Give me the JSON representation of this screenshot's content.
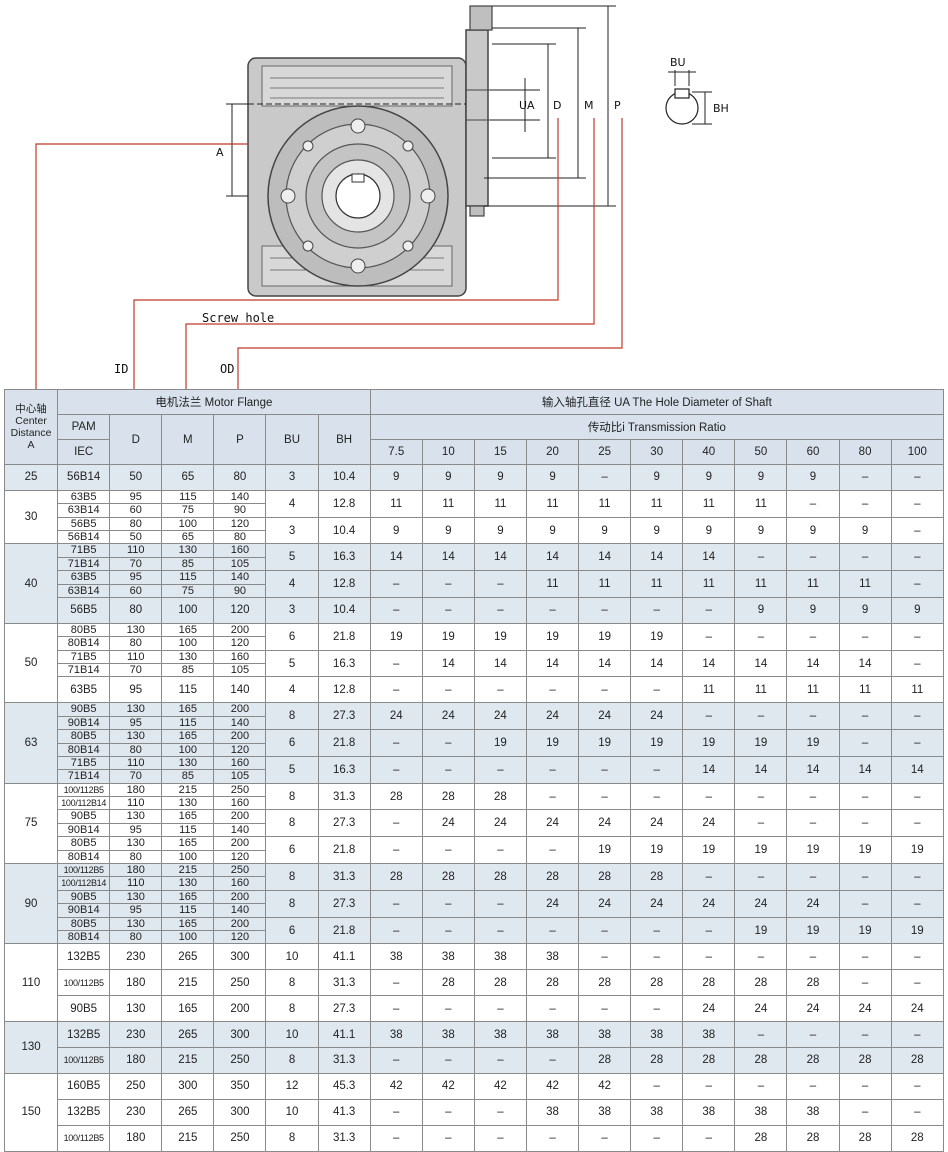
{
  "drawing": {
    "labels": {
      "A": "A",
      "UA": "UA",
      "D": "D",
      "M": "M",
      "P": "P",
      "BU": "BU",
      "BH": "BH",
      "screw_hole": "Screw hole",
      "ID": "ID",
      "OD": "OD"
    },
    "colors": {
      "leader": "#c0392b",
      "outline": "#333333",
      "housing": "#c9c9c9"
    }
  },
  "table": {
    "header": {
      "center_distance": [
        "中心轴",
        "Center",
        "Distance",
        "A"
      ],
      "motor_flange": "电机法兰 Motor Flange",
      "hole_diameter": "输入轴孔直径 UA The Hole Diameter of Shaft",
      "pam": "PAM",
      "iec": "IEC",
      "d": "D",
      "m": "M",
      "p": "P",
      "bu": "BU",
      "bh": "BH",
      "transmission_ratio": "传动比i Transmission Ratio",
      "ratios": [
        "7.5",
        "10",
        "15",
        "20",
        "25",
        "30",
        "40",
        "50",
        "60",
        "80",
        "100"
      ]
    },
    "groups": [
      {
        "a": "25",
        "rows": [
          {
            "iec": [
              "56B14"
            ],
            "d": [
              "50"
            ],
            "m": [
              "65"
            ],
            "p": [
              "80"
            ],
            "bu": "3",
            "bh": "10.4",
            "ua": [
              "9",
              "9",
              "9",
              "9",
              "–",
              "9",
              "9",
              "9",
              "9",
              "–",
              "–"
            ]
          }
        ]
      },
      {
        "a": "30",
        "rows": [
          {
            "iec": [
              "63B5",
              "63B14"
            ],
            "d": [
              "95",
              "60"
            ],
            "m": [
              "115",
              "75"
            ],
            "p": [
              "140",
              "90"
            ],
            "bu": "4",
            "bh": "12.8",
            "ua": [
              "11",
              "11",
              "11",
              "11",
              "11",
              "11",
              "11",
              "11",
              "–",
              "–",
              "–"
            ]
          },
          {
            "iec": [
              "56B5",
              "56B14"
            ],
            "d": [
              "80",
              "50"
            ],
            "m": [
              "100",
              "65"
            ],
            "p": [
              "120",
              "80"
            ],
            "bu": "3",
            "bh": "10.4",
            "ua": [
              "9",
              "9",
              "9",
              "9",
              "9",
              "9",
              "9",
              "9",
              "9",
              "9",
              "–"
            ]
          }
        ]
      },
      {
        "a": "40",
        "rows": [
          {
            "iec": [
              "71B5",
              "71B14"
            ],
            "d": [
              "110",
              "70"
            ],
            "m": [
              "130",
              "85"
            ],
            "p": [
              "160",
              "105"
            ],
            "bu": "5",
            "bh": "16.3",
            "ua": [
              "14",
              "14",
              "14",
              "14",
              "14",
              "14",
              "14",
              "–",
              "–",
              "–",
              "–"
            ]
          },
          {
            "iec": [
              "63B5",
              "63B14"
            ],
            "d": [
              "95",
              "60"
            ],
            "m": [
              "115",
              "75"
            ],
            "p": [
              "140",
              "90"
            ],
            "bu": "4",
            "bh": "12.8",
            "ua": [
              "–",
              "–",
              "–",
              "11",
              "11",
              "11",
              "11",
              "11",
              "11",
              "11",
              "–"
            ]
          },
          {
            "iec": [
              "56B5"
            ],
            "d": [
              "80"
            ],
            "m": [
              "100"
            ],
            "p": [
              "120"
            ],
            "bu": "3",
            "bh": "10.4",
            "ua": [
              "–",
              "–",
              "–",
              "–",
              "–",
              "–",
              "–",
              "9",
              "9",
              "9",
              "9"
            ]
          }
        ]
      },
      {
        "a": "50",
        "rows": [
          {
            "iec": [
              "80B5",
              "80B14"
            ],
            "d": [
              "130",
              "80"
            ],
            "m": [
              "165",
              "100"
            ],
            "p": [
              "200",
              "120"
            ],
            "bu": "6",
            "bh": "21.8",
            "ua": [
              "19",
              "19",
              "19",
              "19",
              "19",
              "19",
              "–",
              "–",
              "–",
              "–",
              "–"
            ]
          },
          {
            "iec": [
              "71B5",
              "71B14"
            ],
            "d": [
              "110",
              "70"
            ],
            "m": [
              "130",
              "85"
            ],
            "p": [
              "160",
              "105"
            ],
            "bu": "5",
            "bh": "16.3",
            "ua": [
              "–",
              "14",
              "14",
              "14",
              "14",
              "14",
              "14",
              "14",
              "14",
              "14",
              "–"
            ]
          },
          {
            "iec": [
              "63B5"
            ],
            "d": [
              "95"
            ],
            "m": [
              "115"
            ],
            "p": [
              "140"
            ],
            "bu": "4",
            "bh": "12.8",
            "ua": [
              "–",
              "–",
              "–",
              "–",
              "–",
              "–",
              "11",
              "11",
              "11",
              "11",
              "11"
            ]
          }
        ]
      },
      {
        "a": "63",
        "rows": [
          {
            "iec": [
              "90B5",
              "90B14"
            ],
            "d": [
              "130",
              "95"
            ],
            "m": [
              "165",
              "115"
            ],
            "p": [
              "200",
              "140"
            ],
            "bu": "8",
            "bh": "27.3",
            "ua": [
              "24",
              "24",
              "24",
              "24",
              "24",
              "24",
              "–",
              "–",
              "–",
              "–",
              "–"
            ]
          },
          {
            "iec": [
              "80B5",
              "80B14"
            ],
            "d": [
              "130",
              "80"
            ],
            "m": [
              "165",
              "100"
            ],
            "p": [
              "200",
              "120"
            ],
            "bu": "6",
            "bh": "21.8",
            "ua": [
              "–",
              "–",
              "19",
              "19",
              "19",
              "19",
              "19",
              "19",
              "19",
              "–",
              "–"
            ]
          },
          {
            "iec": [
              "71B5",
              "71B14"
            ],
            "d": [
              "110",
              "70"
            ],
            "m": [
              "130",
              "85"
            ],
            "p": [
              "160",
              "105"
            ],
            "bu": "5",
            "bh": "16.3",
            "ua": [
              "–",
              "–",
              "–",
              "–",
              "–",
              "–",
              "14",
              "14",
              "14",
              "14",
              "14"
            ]
          }
        ]
      },
      {
        "a": "75",
        "rows": [
          {
            "iec": [
              "100/112B5",
              "100/112B14"
            ],
            "d": [
              "180",
              "110"
            ],
            "m": [
              "215",
              "130"
            ],
            "p": [
              "250",
              "160"
            ],
            "bu": "8",
            "bh": "31.3",
            "ua": [
              "28",
              "28",
              "28",
              "–",
              "–",
              "–",
              "–",
              "–",
              "–",
              "–",
              "–"
            ]
          },
          {
            "iec": [
              "90B5",
              "90B14"
            ],
            "d": [
              "130",
              "95"
            ],
            "m": [
              "165",
              "115"
            ],
            "p": [
              "200",
              "140"
            ],
            "bu": "8",
            "bh": "27.3",
            "ua": [
              "–",
              "24",
              "24",
              "24",
              "24",
              "24",
              "24",
              "–",
              "–",
              "–",
              "–"
            ]
          },
          {
            "iec": [
              "80B5",
              "80B14"
            ],
            "d": [
              "130",
              "80"
            ],
            "m": [
              "165",
              "100"
            ],
            "p": [
              "200",
              "120"
            ],
            "bu": "6",
            "bh": "21.8",
            "ua": [
              "–",
              "–",
              "–",
              "–",
              "19",
              "19",
              "19",
              "19",
              "19",
              "19",
              "19"
            ]
          }
        ]
      },
      {
        "a": "90",
        "rows": [
          {
            "iec": [
              "100/112B5",
              "100/112B14"
            ],
            "d": [
              "180",
              "110"
            ],
            "m": [
              "215",
              "130"
            ],
            "p": [
              "250",
              "160"
            ],
            "bu": "8",
            "bh": "31.3",
            "ua": [
              "28",
              "28",
              "28",
              "28",
              "28",
              "28",
              "–",
              "–",
              "–",
              "–",
              "–"
            ]
          },
          {
            "iec": [
              "90B5",
              "90B14"
            ],
            "d": [
              "130",
              "95"
            ],
            "m": [
              "165",
              "115"
            ],
            "p": [
              "200",
              "140"
            ],
            "bu": "8",
            "bh": "27.3",
            "ua": [
              "–",
              "–",
              "–",
              "24",
              "24",
              "24",
              "24",
              "24",
              "24",
              "–",
              "–"
            ]
          },
          {
            "iec": [
              "80B5",
              "80B14"
            ],
            "d": [
              "130",
              "80"
            ],
            "m": [
              "165",
              "100"
            ],
            "p": [
              "200",
              "120"
            ],
            "bu": "6",
            "bh": "21.8",
            "ua": [
              "–",
              "–",
              "–",
              "–",
              "–",
              "–",
              "–",
              "19",
              "19",
              "19",
              "19"
            ]
          }
        ]
      },
      {
        "a": "110",
        "rows": [
          {
            "iec": [
              "132B5"
            ],
            "d": [
              "230"
            ],
            "m": [
              "265"
            ],
            "p": [
              "300"
            ],
            "bu": "10",
            "bh": "41.1",
            "ua": [
              "38",
              "38",
              "38",
              "38",
              "–",
              "–",
              "–",
              "–",
              "–",
              "–",
              "–"
            ]
          },
          {
            "iec": [
              "100/112B5"
            ],
            "d": [
              "180"
            ],
            "m": [
              "215"
            ],
            "p": [
              "250"
            ],
            "bu": "8",
            "bh": "31.3",
            "ua": [
              "–",
              "28",
              "28",
              "28",
              "28",
              "28",
              "28",
              "28",
              "28",
              "–",
              "–"
            ]
          },
          {
            "iec": [
              "90B5"
            ],
            "d": [
              "130"
            ],
            "m": [
              "165"
            ],
            "p": [
              "200"
            ],
            "bu": "8",
            "bh": "27.3",
            "ua": [
              "–",
              "–",
              "–",
              "–",
              "–",
              "–",
              "24",
              "24",
              "24",
              "24",
              "24"
            ]
          }
        ]
      },
      {
        "a": "130",
        "rows": [
          {
            "iec": [
              "132B5"
            ],
            "d": [
              "230"
            ],
            "m": [
              "265"
            ],
            "p": [
              "300"
            ],
            "bu": "10",
            "bh": "41.1",
            "ua": [
              "38",
              "38",
              "38",
              "38",
              "38",
              "38",
              "38",
              "–",
              "–",
              "–",
              "–"
            ]
          },
          {
            "iec": [
              "100/112B5"
            ],
            "d": [
              "180"
            ],
            "m": [
              "215"
            ],
            "p": [
              "250"
            ],
            "bu": "8",
            "bh": "31.3",
            "ua": [
              "–",
              "–",
              "–",
              "–",
              "28",
              "28",
              "28",
              "28",
              "28",
              "28",
              "28"
            ]
          }
        ]
      },
      {
        "a": "150",
        "rows": [
          {
            "iec": [
              "160B5"
            ],
            "d": [
              "250"
            ],
            "m": [
              "300"
            ],
            "p": [
              "350"
            ],
            "bu": "12",
            "bh": "45.3",
            "ua": [
              "42",
              "42",
              "42",
              "42",
              "42",
              "–",
              "–",
              "–",
              "–",
              "–",
              "–"
            ]
          },
          {
            "iec": [
              "132B5"
            ],
            "d": [
              "230"
            ],
            "m": [
              "265"
            ],
            "p": [
              "300"
            ],
            "bu": "10",
            "bh": "41.3",
            "ua": [
              "–",
              "–",
              "–",
              "38",
              "38",
              "38",
              "38",
              "38",
              "38",
              "–",
              "–"
            ]
          },
          {
            "iec": [
              "100/112B5"
            ],
            "d": [
              "180"
            ],
            "m": [
              "215"
            ],
            "p": [
              "250"
            ],
            "bu": "8",
            "bh": "31.3",
            "ua": [
              "–",
              "–",
              "–",
              "–",
              "–",
              "–",
              "–",
              "28",
              "28",
              "28",
              "28"
            ]
          }
        ]
      }
    ]
  }
}
